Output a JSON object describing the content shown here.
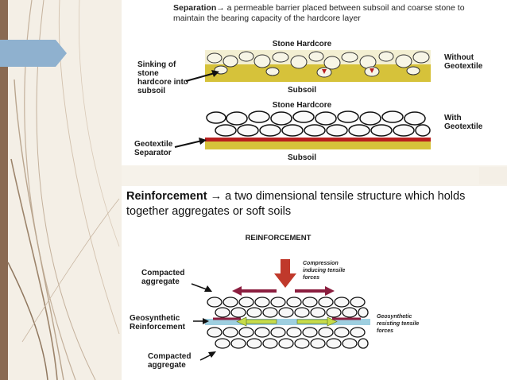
{
  "separation": {
    "title": "Separation",
    "arrow": "→",
    "description": " a permeable barrier placed between subsoil and coarse stone to maintain the bearing capacity of the hardcore layer",
    "diagram1": {
      "top_label": "Stone Hardcore",
      "bottom_label": "Subsoil",
      "side_label": "Without Geotextile",
      "callout": "Sinking of stone hardcore into subsoil"
    },
    "diagram2": {
      "top_label": "Stone Hardcore",
      "bottom_label": "Subsoil",
      "side_label": "With Geotextile",
      "callout": "Geotextile Separator"
    }
  },
  "reinforcement": {
    "title": "Reinforcement",
    "arrow": "→",
    "description": " a two dimensional tensile structure which holds together aggregates or soft soils",
    "diagram": {
      "heading": "REINFORCEMENT",
      "compression_note": "Compression inducing tensile forces",
      "label_top_aggregate": "Compacted aggregate",
      "label_geosynthetic": "Geosynthetic Reinforcement",
      "label_bottom_aggregate": "Compacted aggregate",
      "resisting_note": "Geosynthetic resisting tensile forces"
    }
  },
  "colors": {
    "accent_tab": "#8fb1cf",
    "left_band": "#8a6a52",
    "subsoil_yellow": "#d6c23a",
    "separator_red": "#b81e1e",
    "geosynthetic_blue": "#9ecfe0",
    "arrow_red": "#c0392b",
    "force_arrow_green": "#c7dd4a"
  }
}
